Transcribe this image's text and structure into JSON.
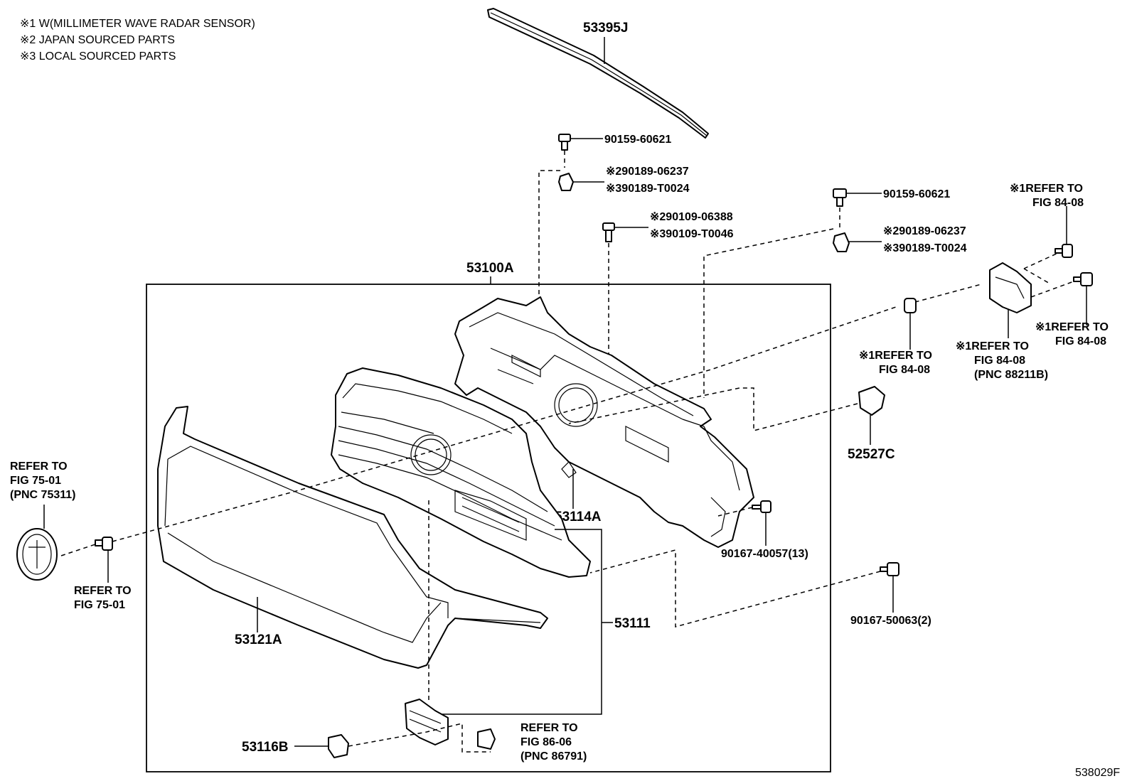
{
  "notes": [
    "※1 W(MILLIMETER WAVE RADAR SENSOR)",
    "※2 JAPAN SOURCED PARTS",
    "※3 LOCAL SOURCED PARTS"
  ],
  "labels": {
    "p53395J": "53395J",
    "bolt_top": "90159-60621",
    "clip_top_1": "※290189-06237",
    "clip_top_2": "※390189-T0024",
    "bolt_mid_1": "※290109-06388",
    "bolt_mid_2": "※390109-T0046",
    "bolt_right": "90159-60621",
    "clip_right_1": "※290189-06237",
    "clip_right_2": "※390189-T0024",
    "p53100A": "53100A",
    "p53114A": "53114A",
    "p53111": "53111",
    "p53121A": "53121A",
    "p53116B": "53116B",
    "p52527C": "52527C",
    "screw_13": "90167-40057(13)",
    "screw_2": "90167-50063(2)",
    "diagram_id": "538029F"
  },
  "refs": {
    "ref_75_top": [
      "REFER TO",
      "FIG 75-01",
      "(PNC 75311)"
    ],
    "ref_75_bottom": [
      "REFER TO",
      "FIG 75-01"
    ],
    "ref_84_top": [
      "※1REFER TO",
      "FIG 84-08"
    ],
    "ref_84_right": [
      "※1REFER TO",
      "FIG 84-08"
    ],
    "ref_84_mid": [
      "※1REFER TO",
      "FIG 84-08",
      "(PNC 88211B)"
    ],
    "ref_84_left": [
      "※1REFER TO",
      "FIG 84-08"
    ],
    "ref_86": [
      "REFER TO",
      "FIG 86-06",
      "(PNC 86791)"
    ]
  }
}
